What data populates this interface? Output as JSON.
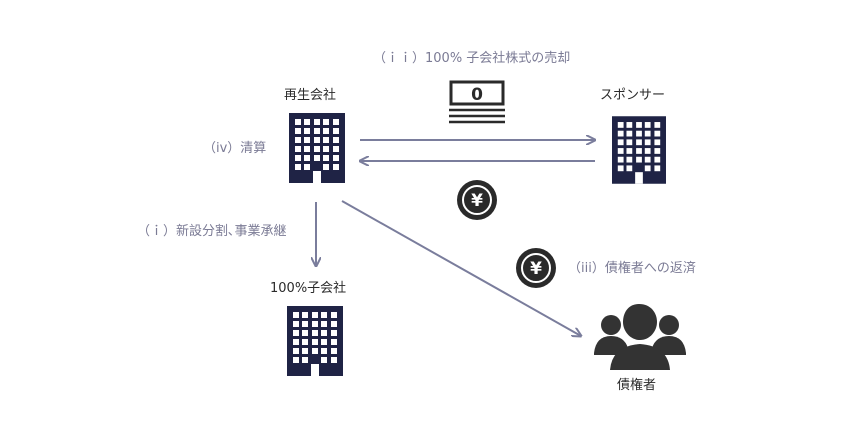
{
  "labels": {
    "step_ii": "（ｉｉ）100% 子会社株式の売却",
    "saisei": "再生会社",
    "sponsor": "スポンサー",
    "step_iv": "（iv）清算",
    "step_i": "（ｉ）新設分割､事業承継",
    "subsidiary": "100%子会社",
    "step_iii": "（iii）債権者への返済",
    "creditors": "債権者"
  },
  "banknote": {
    "value": "0"
  },
  "yen_symbol": "¥",
  "colors": {
    "building": "#1f2345",
    "arrow": "#7a7d9c",
    "coin": "#2a2a2a",
    "people": "#333333",
    "label_text": "#7b7b95",
    "title_text": "#2b2b2b"
  }
}
